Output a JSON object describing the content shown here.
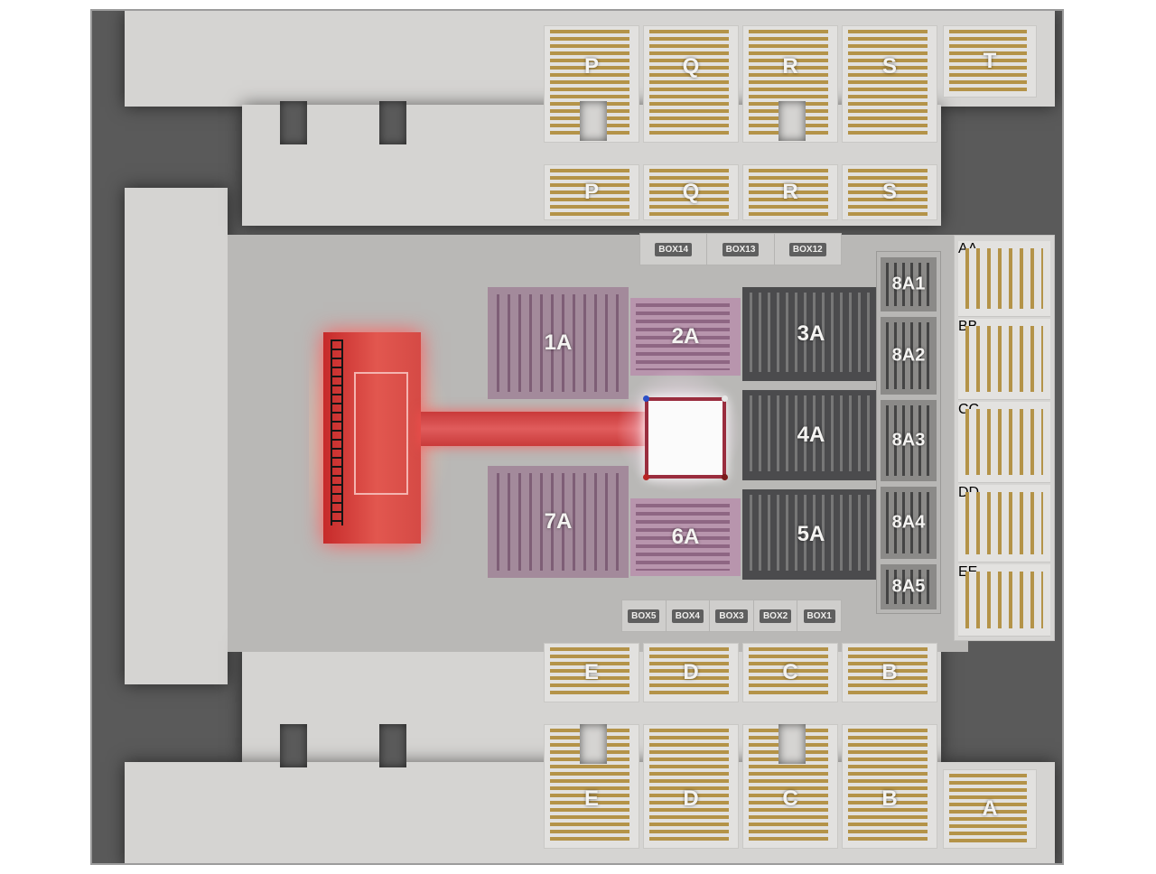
{
  "arena": {
    "upper_row1": [
      "P",
      "Q",
      "R",
      "S",
      "T"
    ],
    "upper_row2": [
      "P",
      "Q",
      "R",
      "S"
    ],
    "lower_row1": [
      "E",
      "D",
      "C",
      "B"
    ],
    "lower_row2": [
      "E",
      "D",
      "C",
      "B",
      "A"
    ],
    "boxes_top": [
      "BOX14",
      "BOX13",
      "BOX12"
    ],
    "boxes_bottom": [
      "BOX5",
      "BOX4",
      "BOX3",
      "BOX2",
      "BOX1"
    ],
    "floor": {
      "s1A": "1A",
      "s2A": "2A",
      "s3A": "3A",
      "s4A": "4A",
      "s5A": "5A",
      "s6A": "6A",
      "s7A": "7A"
    },
    "rail8": [
      "8A1",
      "8A2",
      "8A3",
      "8A4",
      "8A5"
    ],
    "outer": [
      "AA",
      "BB",
      "CC",
      "DD",
      "EE"
    ]
  },
  "colors": {
    "seat_gold": "#b49348",
    "stage_red": "#c62a2a",
    "floor_purple": "#a38a9b",
    "floor_dark": "#4b4b4d"
  }
}
